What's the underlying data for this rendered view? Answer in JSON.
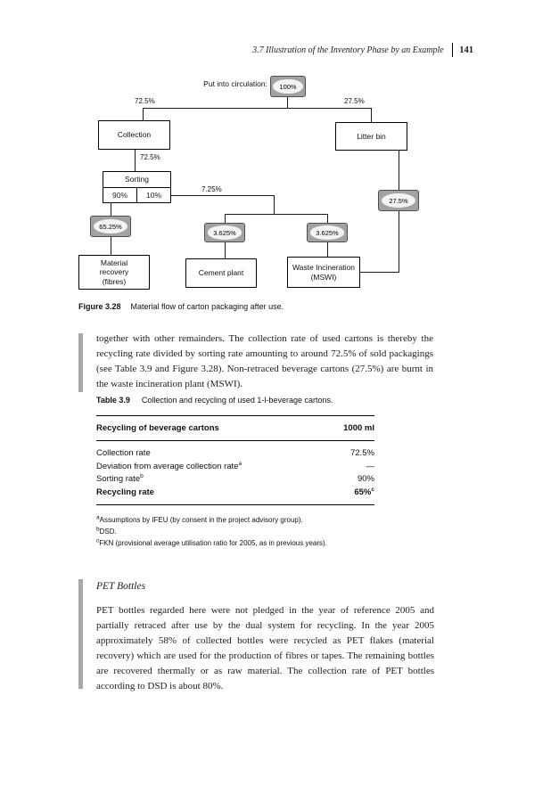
{
  "header": {
    "section_title": "3.7  Illustration of the Inventory Phase by an Example",
    "page_number": "141"
  },
  "diagram": {
    "source_label": "Put into circulation:",
    "badges": {
      "circulation": "100%",
      "material_recovery": "65.25%",
      "cement": "3.625%",
      "incineration": "3.625%",
      "litter": "27.5%"
    },
    "edge_labels": {
      "to_collection": "72.5%",
      "to_litter_bin": "27.5%",
      "collection_to_sorting": "72.5%",
      "sorting_to_thermal": "7.25%"
    },
    "boxes": {
      "collection": "Collection",
      "litter_bin": "Litter bin",
      "sorting": "Sorting",
      "sorting_split_left": "90%",
      "sorting_split_right": "10%",
      "material_recovery_lines": [
        "Material",
        "recovery",
        "(fibres)"
      ],
      "cement_plant": "Cement plant",
      "waste_incineration_lines": [
        "Waste Incineration",
        "(MSWI)"
      ]
    }
  },
  "figure_caption": {
    "label": "Figure 3.28",
    "text": "Material flow of carton packaging after use."
  },
  "paragraph_cartons": "together with other remainders. The collection rate of used cartons is thereby the recycling rate divided by sorting rate amounting to around 72.5% of sold packagings (see Table 3.9 and Figure 3.28). Non-retraced beverage cartons (27.5%) are burnt in the waste incineration plant (MSWI).",
  "table": {
    "label": "Table 3.9",
    "caption": "Collection and recycling of used 1-l-beverage cartons.",
    "col_headers": [
      "Recycling of beverage cartons",
      "1000 ml"
    ],
    "rows": [
      {
        "label": "Collection rate",
        "label_sup": "",
        "value": "72.5%",
        "value_sup": ""
      },
      {
        "label": "Deviation from average collection rate",
        "label_sup": "a",
        "value": "—",
        "value_sup": ""
      },
      {
        "label": "Sorting rate",
        "label_sup": "b",
        "value": "90%",
        "value_sup": ""
      },
      {
        "label": "Recycling rate",
        "label_sup": "",
        "value": "65%",
        "value_sup": "c"
      }
    ],
    "footnotes": [
      {
        "sup": "a",
        "text": "Assumptions by IFEU (by consent in the project advisory group)."
      },
      {
        "sup": "b",
        "text": "DSD."
      },
      {
        "sup": "c",
        "text": "FKN (provisional average utilisation ratio for 2005, as in previous years)."
      }
    ]
  },
  "pet_section": {
    "heading": "PET Bottles",
    "paragraph": "PET bottles regarded here were not pledged in the year of reference 2005 and partially retraced after use by the dual system for recycling. In the year 2005 approximately 58% of collected bottles were recycled as PET flakes (material recovery) which are used for the production of fibres or tapes. The remaining bottles are recovered thermally or as raw material. The collection rate of PET bottles according to DSD is about 80%."
  }
}
